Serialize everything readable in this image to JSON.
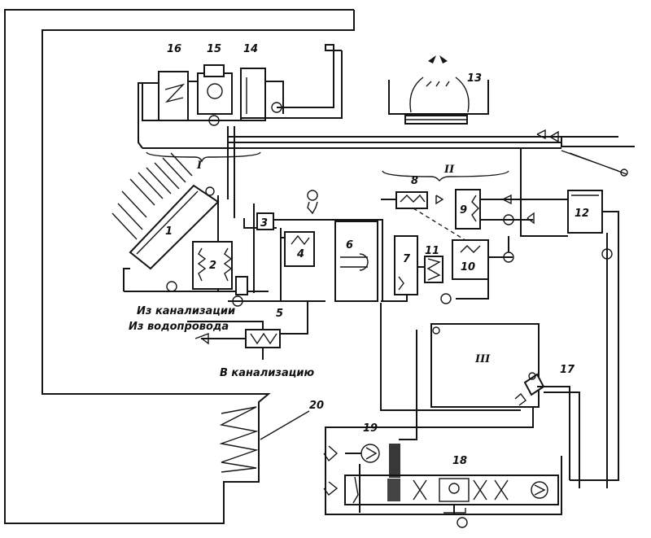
{
  "labels": {
    "n1": "1",
    "n2": "2",
    "n3": "3",
    "n4": "4",
    "n5": "5",
    "n6": "6",
    "n7": "7",
    "n8": "8",
    "n9": "9",
    "n10": "10",
    "n11": "11",
    "n12": "12",
    "n13": "13",
    "n14": "14",
    "n15": "15",
    "n16": "16",
    "n17": "17",
    "n18": "18",
    "n19": "19",
    "n20": "20"
  },
  "zones": {
    "z1": "I",
    "z2": "II",
    "z3": "III"
  },
  "captions": {
    "from_sewer": "Из канализации",
    "from_water": "Из водопровода",
    "to_sewer": "В канализацию"
  }
}
